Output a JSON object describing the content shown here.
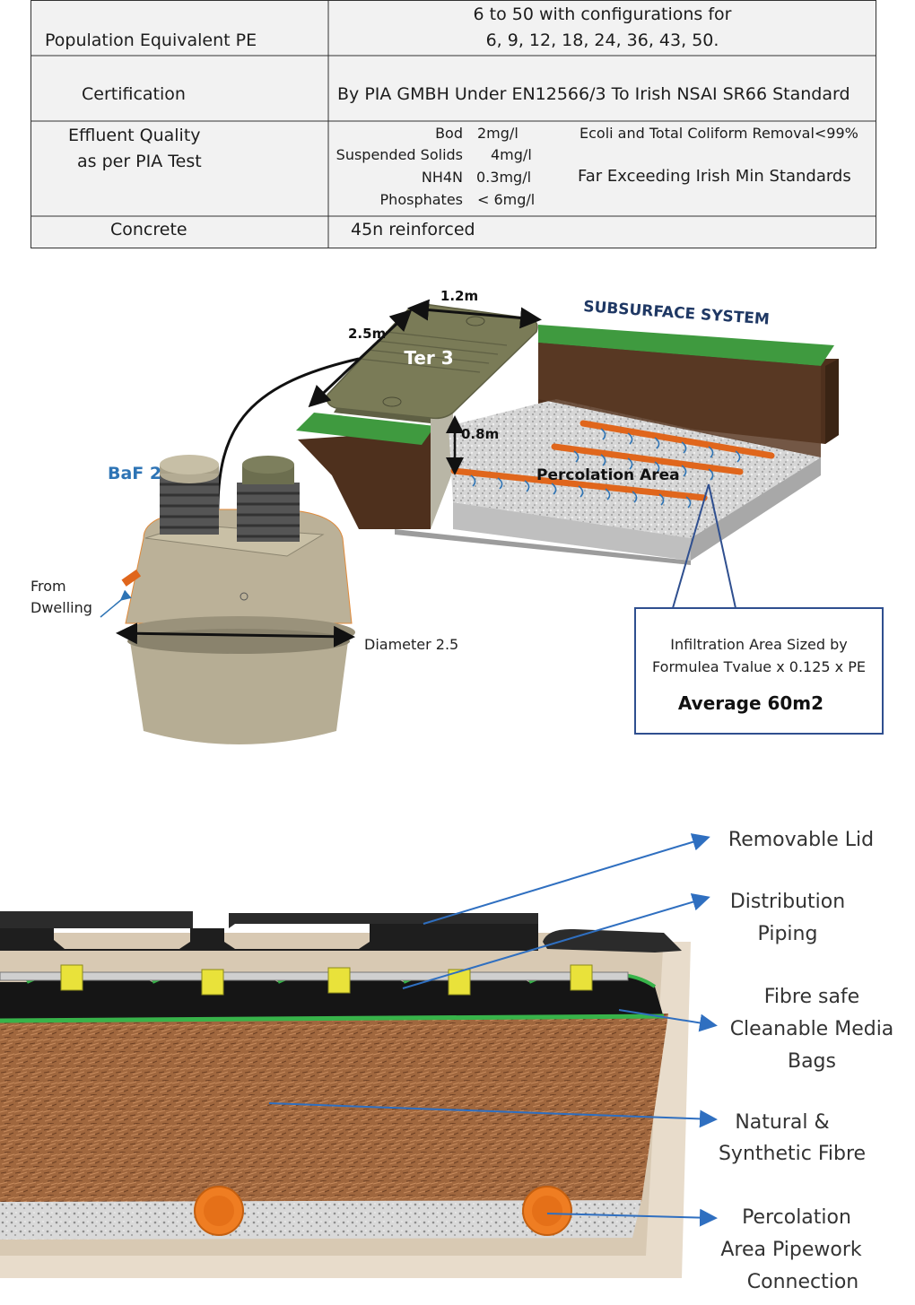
{
  "spec_table": {
    "rows": [
      {
        "label": "Population Equivalent PE",
        "value_line1": "6 to 50   with configurations for",
        "value_line2": "6, 9, 12, 18, 24, 36, 43, 50."
      },
      {
        "label": "Certification",
        "value": "By PIA GMBH Under EN12566/3 To Irish NSAI SR66 Standard"
      },
      {
        "label_line1": "Effluent Quality",
        "label_line2": "as per PIA Test",
        "params": [
          {
            "name": "Bod",
            "value": "2mg/l"
          },
          {
            "name": "Suspended Solids",
            "value": "4mg/l"
          },
          {
            "name": "NH4N",
            "value": "0.3mg/l"
          },
          {
            "name": "Phosphates",
            "value": "< 6mg/l"
          }
        ],
        "note_1": "Ecoli and Total Coliform Removal<99%",
        "note_2": "Far Exceeding Irish Min Standards"
      },
      {
        "label": "Concrete",
        "value": "45n reinforced"
      }
    ]
  },
  "system_diagram": {
    "dim_width": "1.2m",
    "dim_length": "2.5m",
    "dim_depth": "0.8m",
    "ter_label": "Ter 3",
    "baf_label": "BaF 2",
    "subsurface_label": "SUBSURFACE SYSTEM",
    "percolation_label": "Percolation Area",
    "from_line1": "From",
    "from_line2": "Dwelling",
    "diameter_label": "Diameter 2.5",
    "infiltration_line1": "Infiltration Area Sized by",
    "infiltration_line2": "Formulea Tvalue x 0.125 x PE",
    "infiltration_avg": "Average 60m2",
    "colors": {
      "grass": "#3f9a3f",
      "soil": "#5b3a24",
      "gravel": "#cfcfcf",
      "pipe": "#e0661c",
      "tank": "#b9ae93",
      "ter": "#7a7b57",
      "label_blue": "#2e74b5",
      "navy": "#1f3864"
    }
  },
  "cross_section": {
    "labels": {
      "lid": "Removable Lid",
      "dist_1": "Distribution",
      "dist_2": "Piping",
      "fibre_1": "Fibre safe",
      "fibre_2": "Cleanable Media",
      "fibre_3": "Bags",
      "natural_1": "Natural &",
      "natural_2": "Synthetic Fibre",
      "perc_1": "Percolation",
      "perc_2": "Area Pipework",
      "perc_3": "Connection"
    },
    "colors": {
      "lid": "#1e1e1e",
      "fibre": "#a0673e",
      "media_bag": "#151515",
      "bag_edge": "#38b34a",
      "clip": "#e9e23a",
      "pipe": "#ef7d22",
      "arrow": "#2f6fc0"
    }
  }
}
